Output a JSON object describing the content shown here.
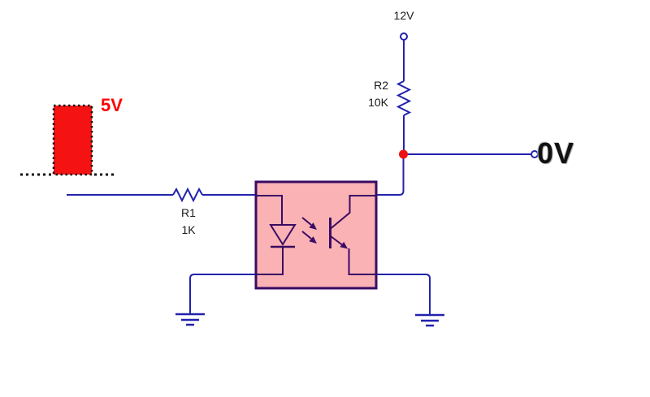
{
  "diagram": {
    "kind": "circuit-schematic",
    "description": "Optocoupler driven by a 5V pulse through R1; phototransistor output pulled up to 12V through R2; output node reads 0V; LED and phototransistor emitters grounded."
  },
  "labels": {
    "pulse_voltage": "5V",
    "supply_voltage": "12V",
    "output_voltage": "0V",
    "r1_name": "R1",
    "r1_value": "1K",
    "r2_name": "R2",
    "r2_value": "10K"
  },
  "components": {
    "input_source": {
      "type": "pulse-waveform",
      "amplitude": "5V"
    },
    "r1": {
      "name": "R1",
      "value": "1K",
      "orientation": "horizontal"
    },
    "r2": {
      "name": "R2",
      "value": "10K",
      "orientation": "vertical"
    },
    "optocoupler": {
      "input_side": "LED",
      "output_side": "phototransistor"
    },
    "supply_terminal": "12V",
    "output_terminal": "0V",
    "ground_count": 2
  },
  "colors": {
    "background": "#ffffff",
    "wire_blue": "#2222ae",
    "component_purple": "#3a0b63",
    "optocoupler_fill": "#fab2b5",
    "pulse_fill": "#f41212",
    "junction_dot": "#ee1111",
    "pulse_label": "#ff0000",
    "text": "#1a1a1a",
    "dotted_outline": "#111111"
  }
}
